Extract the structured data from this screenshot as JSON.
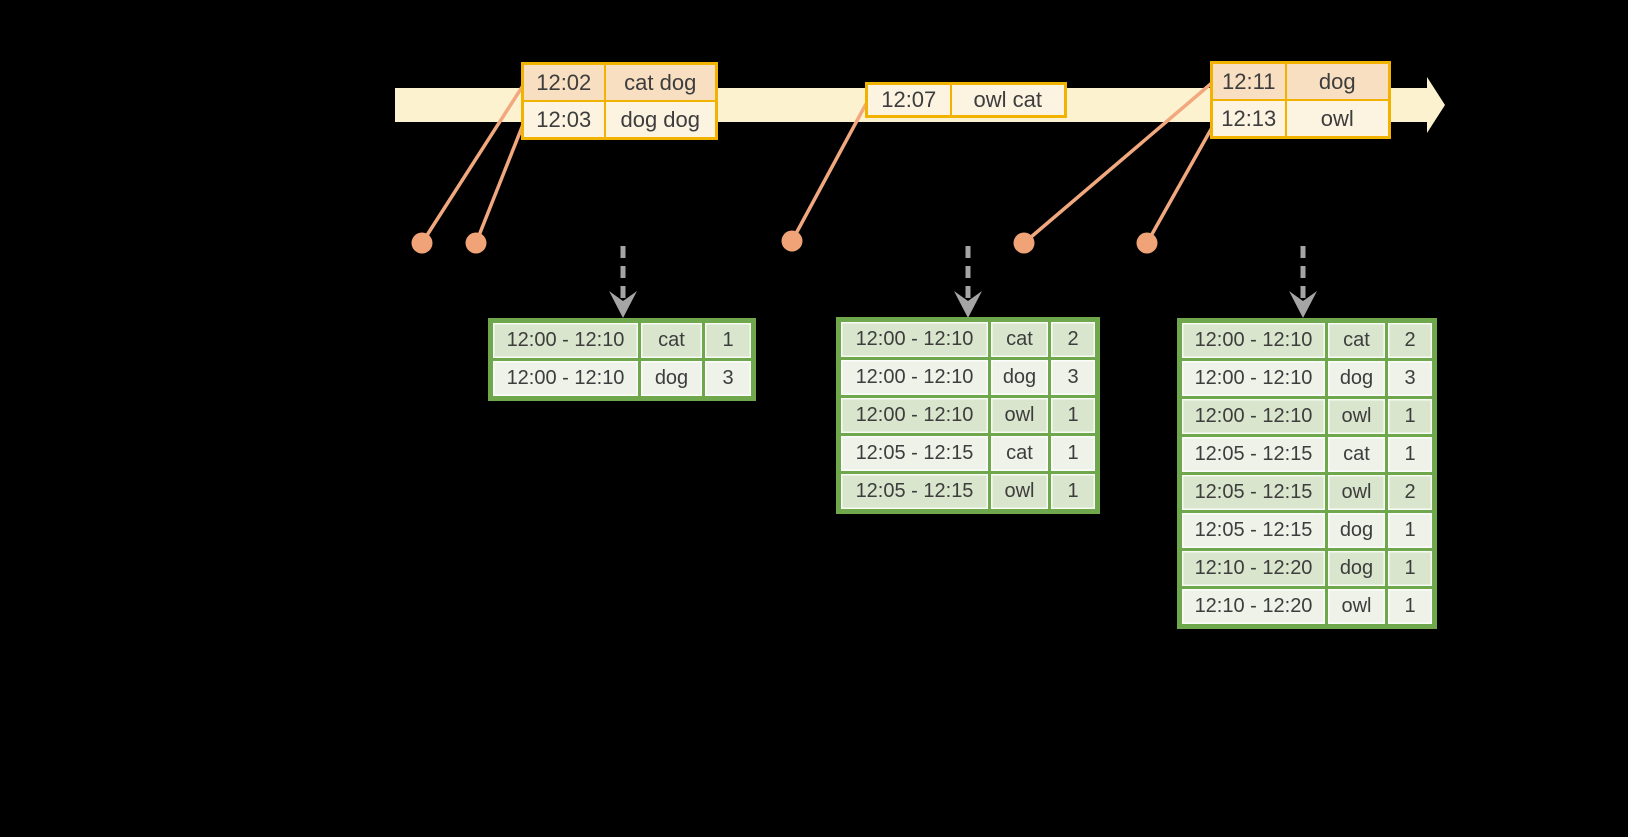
{
  "colors": {
    "background": "#000000",
    "timeline_fill": "#fdf2cf",
    "event_table_border": "#f2b200",
    "event_row_dark": "#f8dfc2",
    "event_row_light": "#fcf3e1",
    "event_marker": "#f0a377",
    "result_table_border": "#6fa84c",
    "result_row_dark": "#d9e5cc",
    "result_row_light": "#eef2e9",
    "trigger_arrow": "#a5a5a5",
    "text": "#3d3d3d"
  },
  "event_tables": [
    {
      "rows": [
        {
          "time": "12:02",
          "words": "cat dog"
        },
        {
          "time": "12:03",
          "words": "dog dog"
        }
      ]
    },
    {
      "rows": [
        {
          "time": "12:07",
          "words": "owl cat"
        }
      ]
    },
    {
      "rows": [
        {
          "time": "12:11",
          "words": "dog"
        },
        {
          "time": "12:13",
          "words": "owl"
        }
      ]
    }
  ],
  "result_tables": [
    {
      "rows": [
        {
          "window": "12:00 - 12:10",
          "word": "cat",
          "count": "1"
        },
        {
          "window": "12:00 - 12:10",
          "word": "dog",
          "count": "3"
        }
      ]
    },
    {
      "rows": [
        {
          "window": "12:00 - 12:10",
          "word": "cat",
          "count": "2"
        },
        {
          "window": "12:00 - 12:10",
          "word": "dog",
          "count": "3"
        },
        {
          "window": "12:00 - 12:10",
          "word": "owl",
          "count": "1"
        },
        {
          "window": "12:05 - 12:15",
          "word": "cat",
          "count": "1"
        },
        {
          "window": "12:05 - 12:15",
          "word": "owl",
          "count": "1"
        }
      ]
    },
    {
      "rows": [
        {
          "window": "12:00 - 12:10",
          "word": "cat",
          "count": "2"
        },
        {
          "window": "12:00 - 12:10",
          "word": "dog",
          "count": "3"
        },
        {
          "window": "12:00 - 12:10",
          "word": "owl",
          "count": "1"
        },
        {
          "window": "12:05 - 12:15",
          "word": "cat",
          "count": "1"
        },
        {
          "window": "12:05 - 12:15",
          "word": "owl",
          "count": "2"
        },
        {
          "window": "12:05 - 12:15",
          "word": "dog",
          "count": "1"
        },
        {
          "window": "12:10 - 12:20",
          "word": "dog",
          "count": "1"
        },
        {
          "window": "12:10 - 12:20",
          "word": "owl",
          "count": "1"
        }
      ]
    }
  ]
}
